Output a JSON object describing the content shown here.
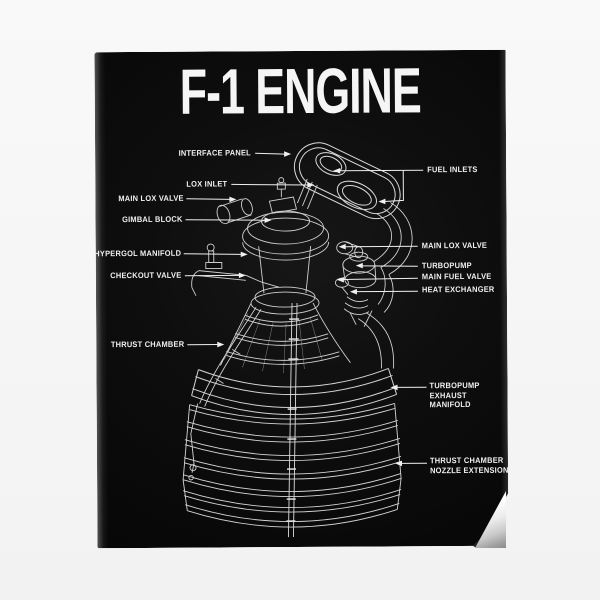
{
  "poster": {
    "title": "F-1 ENGINE",
    "callouts_left": [
      {
        "label": "INTERFACE PANEL"
      },
      {
        "label": "LOX INLET"
      },
      {
        "label": "MAIN LOX VALVE"
      },
      {
        "label": "GIMBAL BLOCK"
      },
      {
        "label": "HYPERGOL MANIFOLD"
      },
      {
        "label": "CHECKOUT VALVE"
      },
      {
        "label": "THRUST CHAMBER"
      }
    ],
    "callouts_right": [
      {
        "label": "FUEL INLETS"
      },
      {
        "label": "MAIN LOX VALVE"
      },
      {
        "label": "TURBOPUMP"
      },
      {
        "label": "MAIN FUEL VALVE"
      },
      {
        "label": "HEAT EXCHANGER"
      },
      {
        "lines": [
          "TURBOPUMP",
          "EXHAUST",
          "MANIFOLD"
        ]
      },
      {
        "lines": [
          "THRUST CHAMBER",
          "NOZZLE EXTENSION"
        ]
      }
    ],
    "colors": {
      "backdrop": "#f6f6f6",
      "poster_black": "#0d0d0d",
      "ink": "#f1f1f1",
      "drawing_line": "#d6d6d6"
    }
  }
}
